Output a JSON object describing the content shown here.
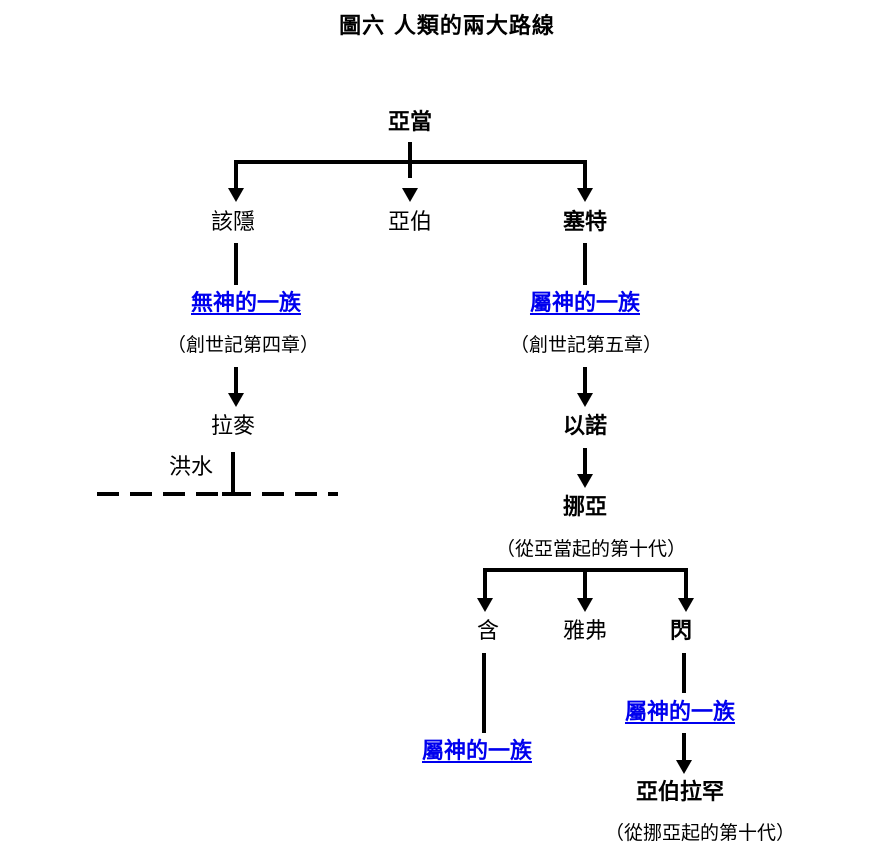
{
  "title": "圖六  人類的兩大路線",
  "colors": {
    "link": "#0000ee",
    "line": "#000000"
  },
  "nodes": {
    "adam": "亞當",
    "cain": "該隱",
    "abel": "亞伯",
    "seth": "塞特",
    "cain_line_link": "無神的一族",
    "cain_line_note": "（創世記第四章）",
    "seth_line_link": "屬神的一族",
    "seth_line_note": "（創世記第五章）",
    "lamech": "拉麥",
    "flood": "洪水",
    "enosh": "以諾",
    "noah": "挪亞",
    "noah_note": "（從亞當起的第十代）",
    "ham": "含",
    "japheth": "雅弗",
    "shem": "閃",
    "ham_line_link": "屬神的一族",
    "shem_line_link": "屬神的一族",
    "abraham": "亞伯拉罕",
    "abraham_note": "（從挪亞起的第十代）"
  }
}
